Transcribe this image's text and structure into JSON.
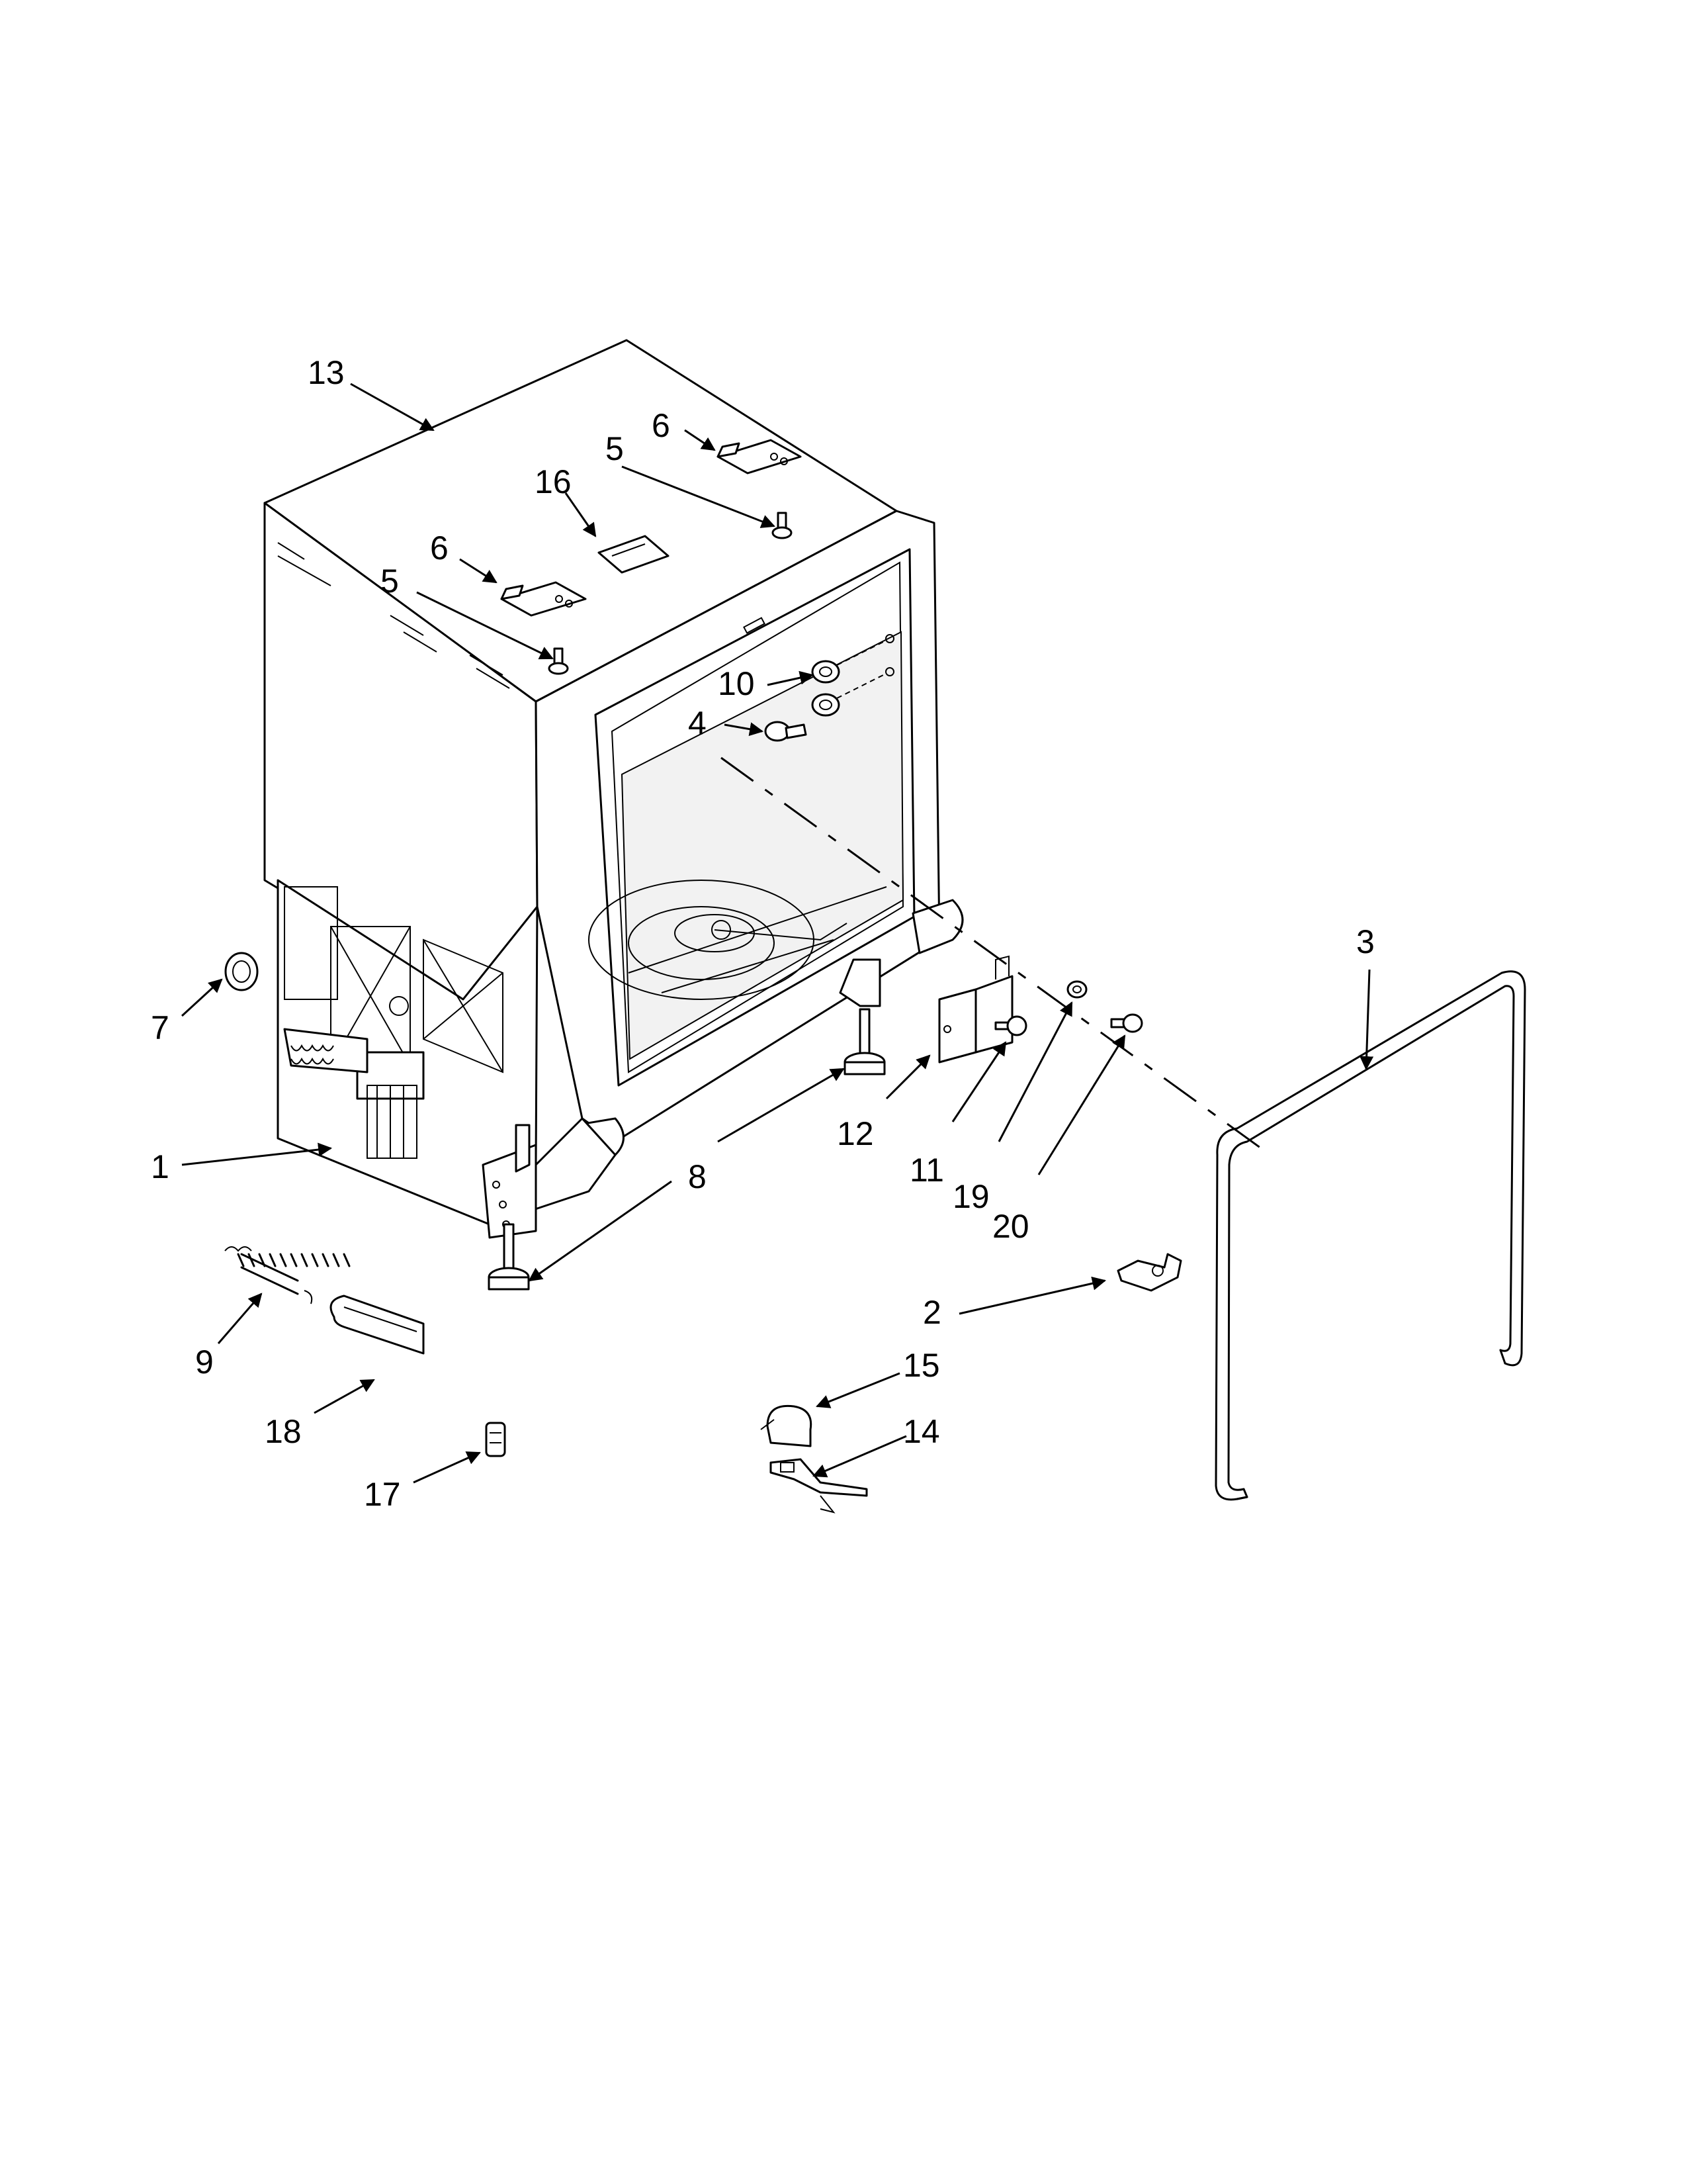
{
  "diagram": {
    "callouts": [
      "1",
      "2",
      "3",
      "4",
      "5",
      "5",
      "6",
      "6",
      "7",
      "8",
      "9",
      "10",
      "11",
      "12",
      "13",
      "14",
      "15",
      "16",
      "17",
      "18",
      "19",
      "20"
    ]
  }
}
